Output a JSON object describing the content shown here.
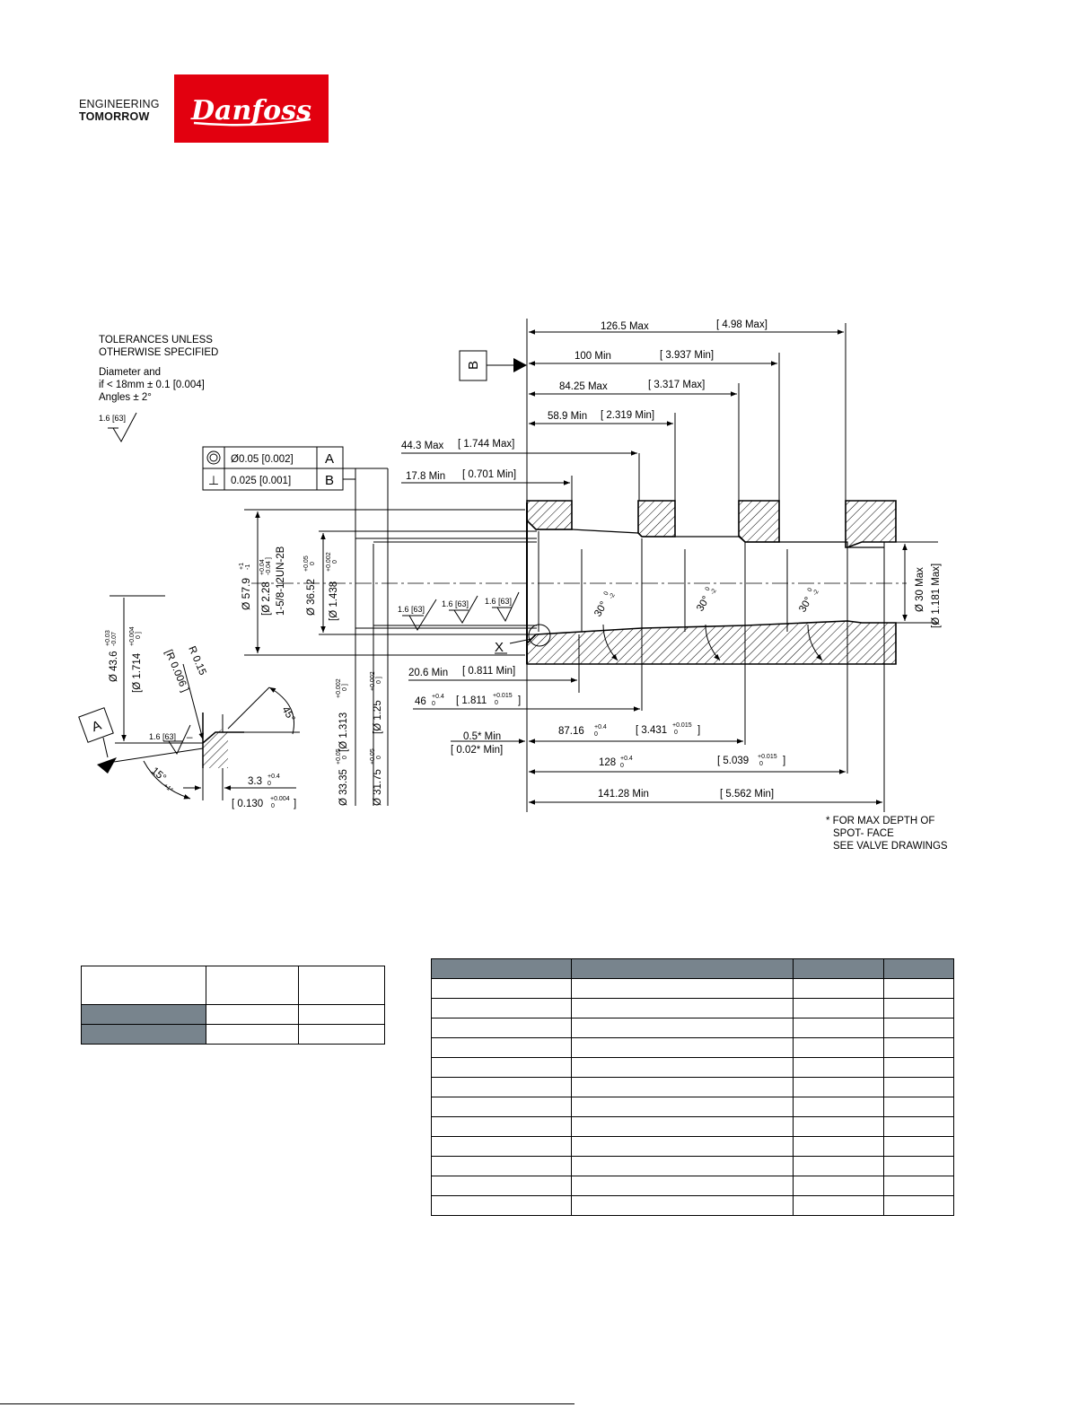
{
  "logo": {
    "tagline_line1": "ENGINEERING",
    "tagline_line2": "TOMORROW",
    "brand": "Danfoss"
  },
  "colors": {
    "brand_red": "#e2000f",
    "table_header": "#78848d"
  },
  "drawing": {
    "tolerances": {
      "line1": "TOLERANCES UNLESS",
      "line2": "OTHERWISE SPECIFIED",
      "line3": "Diameter and",
      "line4": "if < 18mm ± 0.1 [0.004]",
      "line5": "Angles ± 2°"
    },
    "roughness": "1.6 [63]",
    "datum_a": "A",
    "datum_b": "B",
    "detail_mark": "X",
    "fcf": {
      "row1_value": "Ø0.05  [0.002]",
      "row1_datum": "A",
      "row2_symbol": "⊥",
      "row2_value": "0.025  [0.001]",
      "row2_datum": "B"
    },
    "top_dims": {
      "d1": "126.5 Max",
      "d1_in": "[ 4.98 Max]",
      "d2": "100 Min",
      "d2_in": "[ 3.937 Min]",
      "d3": "84.25 Max",
      "d3_in": "[ 3.317 Max]",
      "d4": "58.9 Min",
      "d4_in": "[ 2.319 Min]",
      "d5": "44.3 Max",
      "d5_in": "[ 1.744 Max]",
      "d6": "17.8 Min",
      "d6_in": "[ 0.701 Min]"
    },
    "left_dims": {
      "d57": "Ø 57.9",
      "d57_tol_up": "+1",
      "d57_tol_dn": "-1",
      "d228": "[Ø 2.28",
      "d228_tol_up": "+0.04",
      "d228_tol_dn": "-0.04 ]",
      "thread": "1-5/8-12UN-2B",
      "d3652": "Ø 36.52",
      "d3652_tol_up": "+0.05",
      "d3652_tol_dn": "0",
      "d1438": "[Ø 1.438",
      "d1438_tol_up": "+0.002",
      "d1438_tol_dn": "0"
    },
    "right_dims": {
      "d30": "Ø 30 Max",
      "d30_in": "[Ø 1.181 Max]"
    },
    "angle_30": "30°",
    "angle_tol_up": "0",
    "angle_tol_dn": "-2",
    "bottom_dims": {
      "d206": "20.6 Min",
      "d206_in": "[ 0.811 Min]",
      "d46": "46",
      "d46_tol_up": "+0.4",
      "d46_tol_dn": "0",
      "d46_in": "[ 1.811",
      "d46_in_tol_up": "+0.015",
      "d46_in_tol_dn": "0",
      "d46_in_close": "]",
      "d05": "0.5* Min",
      "d05_in": "[ 0.02* Min]",
      "d8716": "87.16",
      "d8716_tol_up": "+0.4",
      "d8716_tol_dn": "0",
      "d8716_in": "[ 3.431",
      "d8716_in_tol_up": "+0.015",
      "d8716_in_tol_dn": "0",
      "d8716_in_close": "]",
      "d128": "128",
      "d128_tol_up": "+0.4",
      "d128_tol_dn": "0",
      "d128_in": "[ 5.039",
      "d128_in_tol_up": "+0.015",
      "d128_in_tol_dn": "0",
      "d128_in_close": "]",
      "d14128": "141.28 Min",
      "d14128_in": "[ 5.562 Min]"
    },
    "vertical_dims": {
      "d3335": "Ø 33.35",
      "d3335_tol_up": "+0.05",
      "d3335_tol_dn": "0",
      "d1313": "[Ø 1.313",
      "d1313_tol_up": "+0.002",
      "d1313_tol_dn": "0 ]",
      "d3175": "Ø 31.75",
      "d3175_tol_up": "+0.05",
      "d3175_tol_dn": "0",
      "d125": "[Ø 1.25",
      "d125_tol_up": "+0.002",
      "d125_tol_dn": "0 ]"
    },
    "detail": {
      "d436": "Ø 43.6",
      "d436_tol_up": "+0.03",
      "d436_tol_dn": "-0.07",
      "d1714": "[Ø 1.714",
      "d1714_tol_up": "+0.004",
      "d1714_tol_dn": "0 ]",
      "r015": "R 0.15",
      "r0006": "[R  0.006 ]",
      "angle45": "45°",
      "angle15": "15°",
      "angle15_tol": "+1°",
      "d33": "3.3",
      "d33_tol_up": "+0.4",
      "d33_tol_dn": "0",
      "d0130": "[ 0.130",
      "d0130_tol_up": "+0.004",
      "d0130_tol_dn": "0",
      "d0130_close": "]",
      "dash": "_"
    },
    "footnote": {
      "line1": "* FOR MAX DEPTH OF",
      "line2": "SPOT- FACE",
      "line3": "SEE VALVE DRAWINGS"
    }
  }
}
